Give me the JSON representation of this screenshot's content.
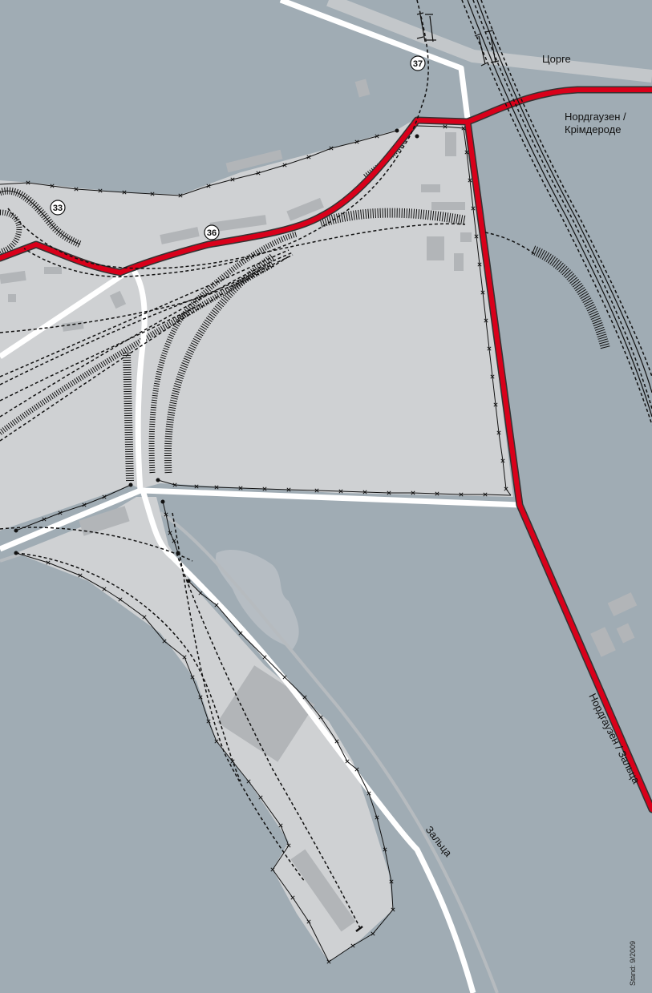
{
  "labels": {
    "zorge": "Цорге",
    "nordhausen_krimderode_line1": "Нордгаузен /",
    "nordhausen_krimderode_line2": "Крімдероде",
    "nordhausen_salza": "Нордгаузен / Зальца",
    "salza": "Зальца",
    "stand": "Stand: 9/2009"
  },
  "markers": {
    "m33": "33",
    "m36": "36",
    "m37": "37"
  },
  "colors": {
    "background": "#a0acb4",
    "area": "#cfd1d3",
    "building": "#b2b5b8",
    "road_white": "#ffffff",
    "road_red": "#d9001a",
    "rail_line": "#111111",
    "fence": "#111111"
  }
}
